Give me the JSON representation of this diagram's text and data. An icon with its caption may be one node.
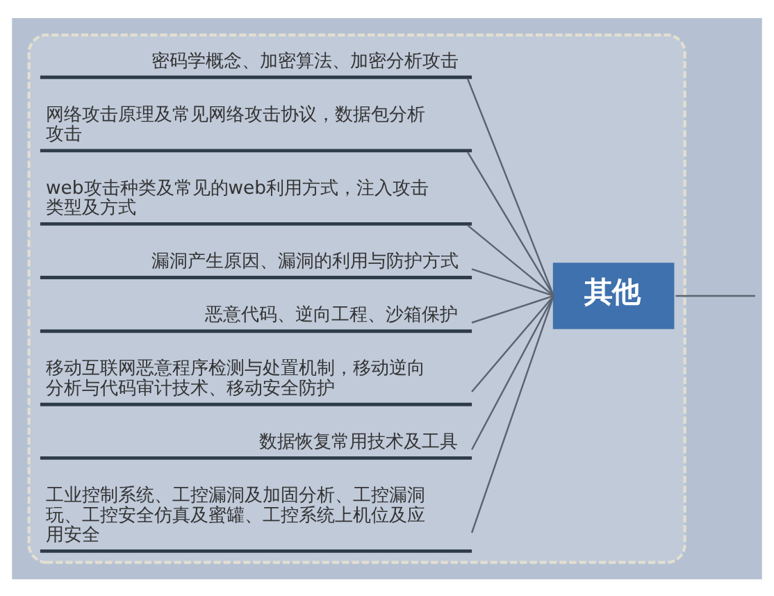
{
  "diagram": {
    "nodes": [
      {
        "text": [],
        "shape": "box"
      },
      {
        "text": [
          "其他"
        ],
        "in": 0
      },
      {
        "text": [
          "密码学概念、加密算法、加密分析攻击"
        ],
        "in": 0
      },
      {
        "text": [
          "网络攻击原理及常见网络攻击协议，数据包分析攻击"
        ],
        "in": 0
      },
      {
        "text": [
          "web攻击种类及常见的web利用方式，注入攻击类型及方式"
        ],
        "in": 0
      },
      {
        "text": [
          "漏洞产生原因、漏洞的利用与防护方式"
        ],
        "in": 0
      },
      {
        "text": [
          "恶意代码、逆向工程、沙箱保护"
        ],
        "in": 0
      },
      {
        "text": [
          "移动互联网恶意程序检测与处置机制，移动逆向分析与代码审计技术、移动安全防护"
        ],
        "in": 0
      },
      {
        "text": [
          "数据恢复常用技术及工具"
        ],
        "in": 0
      },
      {
        "text": [
          "工业控制系统、工控漏洞及加固分析、工控漏洞玩、工控安全仿真及蜜罐、工控系统上机位及应用安全"
        ],
        "in": 0
      }
    ],
    "edges": [
      {
        "from": 1,
        "to": 2,
        "arrow": "none"
      },
      {
        "from": 1,
        "to": 3,
        "arrow": "none"
      },
      {
        "from": 1,
        "to": 4,
        "arrow": "none"
      },
      {
        "from": 1,
        "to": 5,
        "arrow": "none"
      },
      {
        "from": 1,
        "to": 6,
        "arrow": "none"
      },
      {
        "from": 1,
        "to": 7,
        "arrow": "none"
      },
      {
        "from": 1,
        "to": 8,
        "arrow": "none"
      },
      {
        "from": 1,
        "to": 9,
        "arrow": "none"
      },
      {
        "from": 1,
        "to": null,
        "arrow": "none"
      }
    ]
  }
}
